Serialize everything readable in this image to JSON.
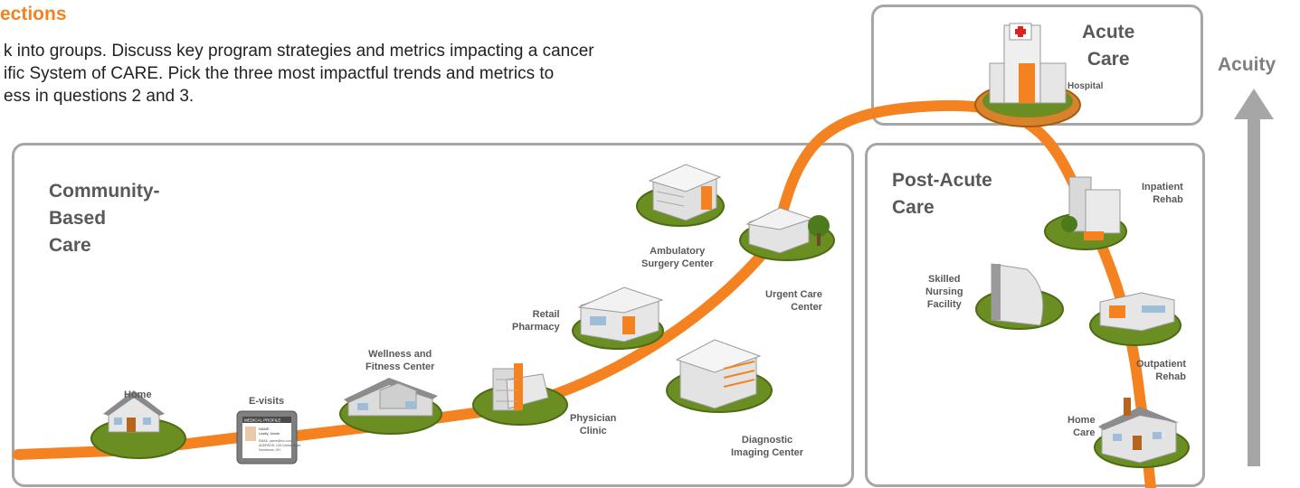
{
  "header": {
    "title": "ections",
    "lines": [
      "k into groups. Discuss key program strategies and metrics impacting a cancer",
      "ific System of CARE. Pick the three most impactful trends and metrics to",
      "ess in questions 2 and 3."
    ]
  },
  "panels": {
    "community": {
      "title_lines": [
        "Community-",
        "Based",
        "Care"
      ]
    },
    "post_acute": {
      "title_lines": [
        "Post-Acute",
        "Care"
      ]
    },
    "acute": {
      "title_lines": [
        "Acute",
        "Care"
      ],
      "sub": "Hospital"
    }
  },
  "acuity_label": "Acuity",
  "nodes": {
    "home": [
      "Home"
    ],
    "evisits": [
      "E-visits"
    ],
    "wellness": [
      "Wellness and",
      "Fitness Center"
    ],
    "physician": [
      "Physician",
      "Clinic"
    ],
    "retail": [
      "Retail",
      "Pharmacy"
    ],
    "ambulatory": [
      "Ambulatory",
      "Surgery  Center"
    ],
    "urgent": [
      "Urgent Care",
      "Center"
    ],
    "diagnostic": [
      "Diagnostic",
      "Imaging Center"
    ],
    "inpatient": [
      "Inpatient",
      "Rehab"
    ],
    "skilled": [
      "Skilled",
      "Nursing",
      "Facility"
    ],
    "outpatient": [
      "Outpatient",
      "Rehab"
    ],
    "homecare": [
      "Home",
      "Care"
    ]
  },
  "tablet": {
    "header": "MEDICAL PROFILE",
    "lines": [
      "NAME",
      "Lastly, Jamie",
      "EMAIL: jamie@mc.com",
      "ADDRESS: 145 Central Road",
      "Hometown, OH"
    ]
  },
  "colors": {
    "accent": "#f58220",
    "border": "#a6a6a6",
    "grass": "#6b8e23",
    "arrow": "#a6a6a6"
  }
}
